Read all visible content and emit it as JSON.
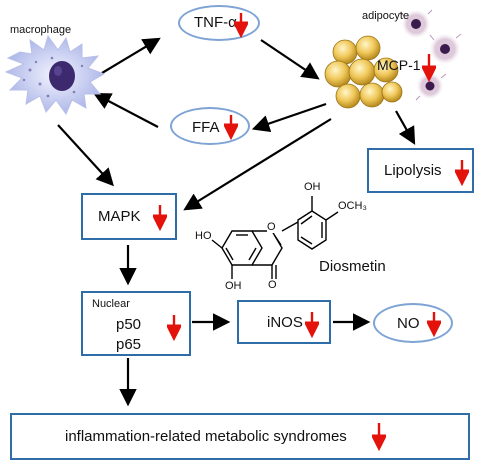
{
  "labels": {
    "macrophage": "macrophage",
    "adipocyte": "adipocyte",
    "tnf": "TNF-α",
    "mcp": "MCP-1",
    "ffa": "FFA",
    "lipolysis": "Lipolysis",
    "mapk": "MAPK",
    "nuclear": "Nuclear",
    "p50": "p50",
    "p65": "p65",
    "inos": "iNOS",
    "no": "NO",
    "outcome": "inflammation-related metabolic syndromes",
    "compound": "Diosmetin",
    "oh_top": "OH",
    "och3": "OCH₃",
    "ho_left": "HO",
    "oh_bottom": "OH",
    "o_ring": "O",
    "o_carbonyl": "O"
  },
  "colors": {
    "box_border": "#2e6da8",
    "ellipse_border": "#7ea3d4",
    "down_arrow": "#e3120b",
    "arrow": "#000000"
  },
  "icons": [
    "macrophage-cell-icon",
    "adipocyte-cluster-icon",
    "mcp1-cell-icon",
    "down-arrow-icon"
  ]
}
